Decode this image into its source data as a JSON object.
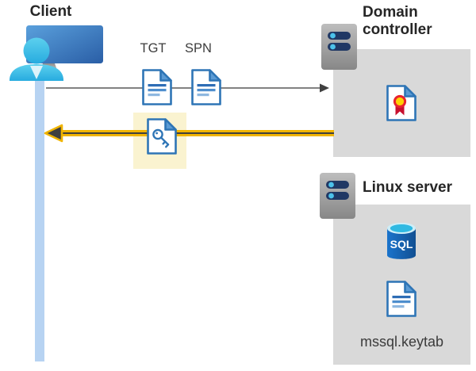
{
  "client": {
    "label": "Client"
  },
  "flow": {
    "tgt_label": "TGT",
    "spn_label": "SPN",
    "request_arrow": "client-to-domain-controller",
    "response_arrow": "domain-controller-to-client"
  },
  "domain_controller": {
    "label": "Domain controller"
  },
  "linux_server": {
    "label": "Linux server",
    "database_label": "SQL",
    "keytab_label": "mssql.keytab"
  },
  "colors": {
    "panel_gray": "#d9d9d9",
    "highlight_yellow": "#faf3d0",
    "arrow_yellow": "#f0b400",
    "arrow_dark": "#3f3f3f",
    "request_arrow_gray": "#595959",
    "doc_border_blue": "#2e75b6",
    "doc_fold_blue": "#5b9bd5",
    "lifeline_blue": "#b7d3f2",
    "monitor_blue": "#3a78c2",
    "person_cyan": "#35bfe5",
    "server_bar_navy": "#203864",
    "server_dot_cyan": "#4cc2ea",
    "sql_body_blue": "#1663b4",
    "sql_top_cyan": "#2fb9e2",
    "cert_ribbon_red": "#c8102e",
    "cert_seal_yellow": "#ffd103"
  }
}
